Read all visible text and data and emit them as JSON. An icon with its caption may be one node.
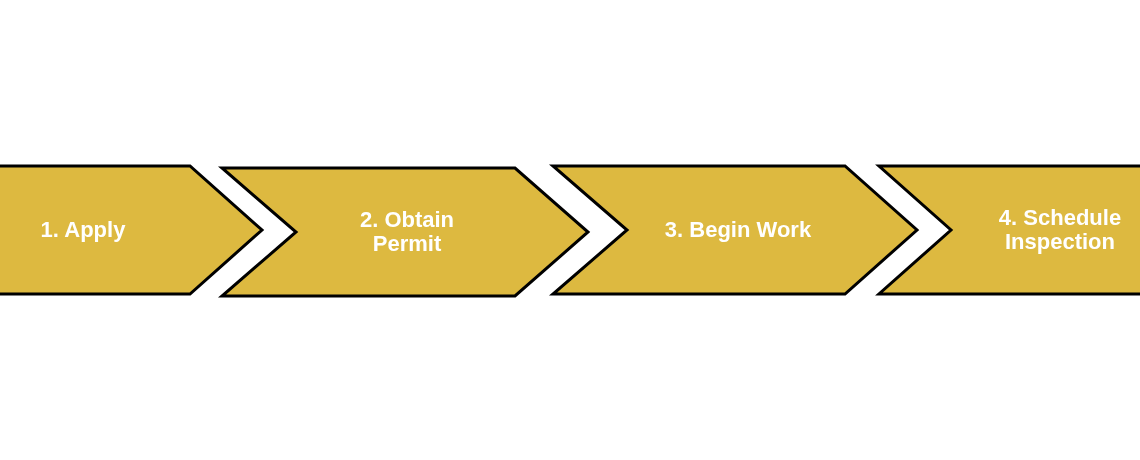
{
  "diagram": {
    "nodes": [
      {
        "text": [
          "1. Apply"
        ]
      },
      {
        "text": [
          "2. Obtain Permit"
        ]
      },
      {
        "text": [
          "3. Begin Work"
        ]
      },
      {
        "text": [
          "4. Schedule Inspection"
        ]
      }
    ]
  }
}
